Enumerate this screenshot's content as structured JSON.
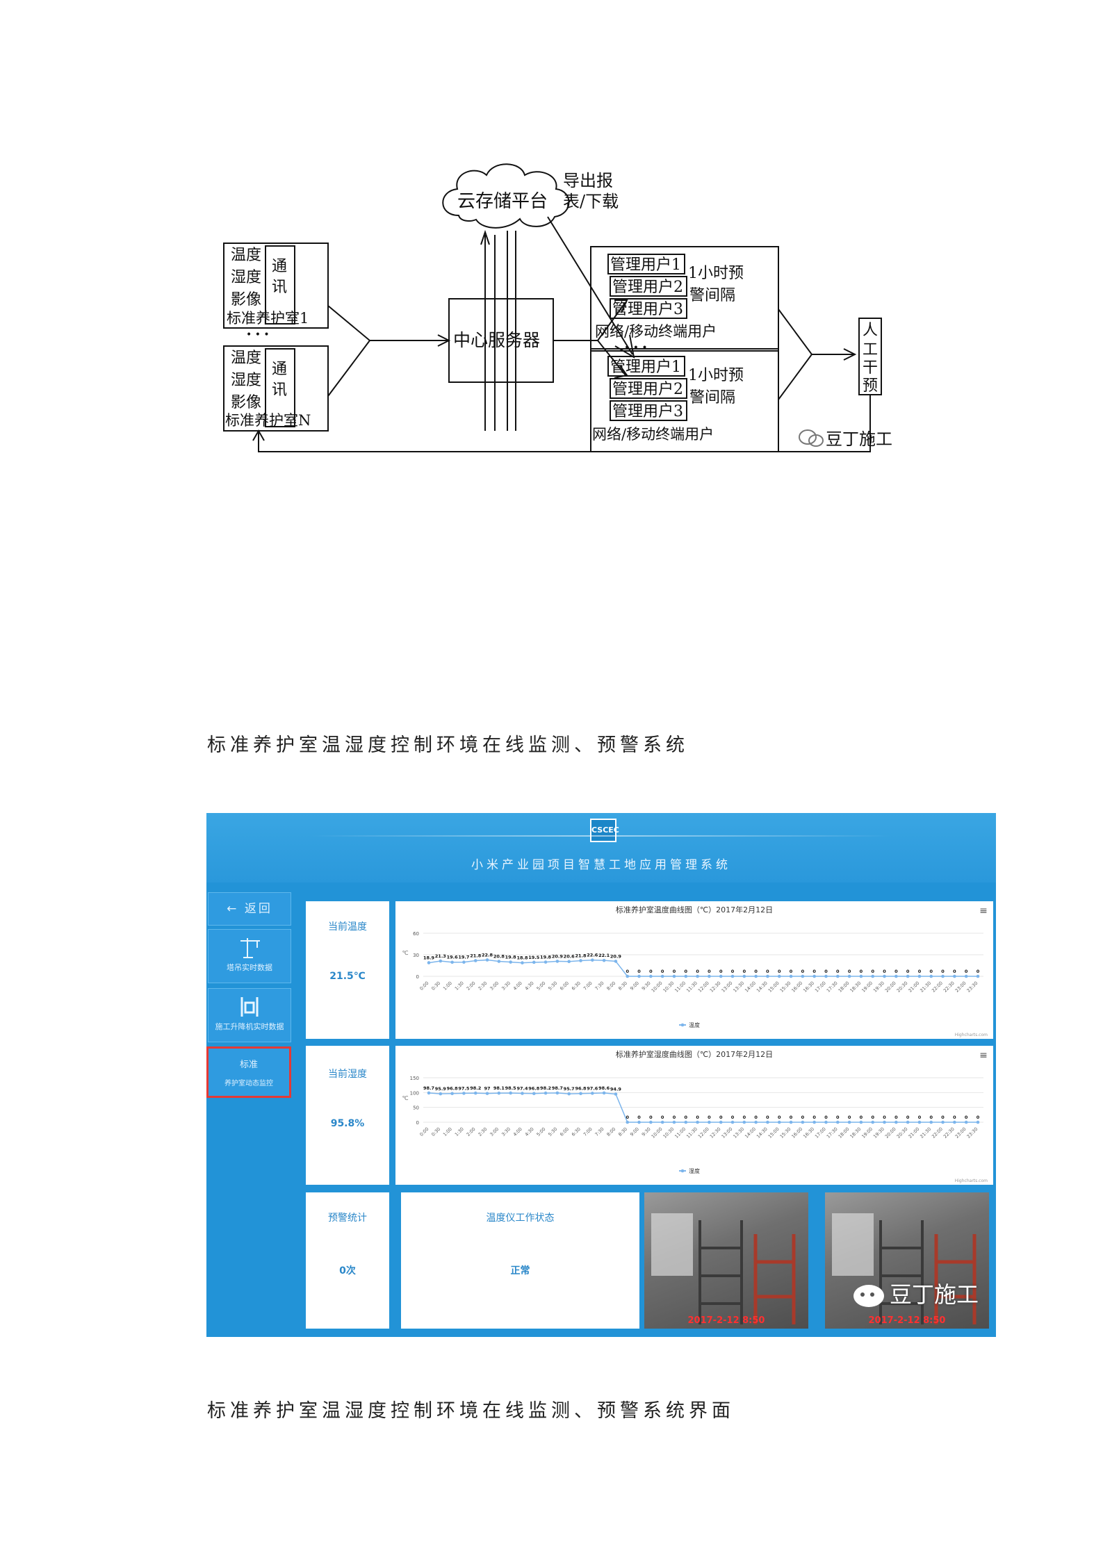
{
  "diagram": {
    "cloud_label": "云存储平台",
    "export_label_line1": "导出报",
    "export_label_line2": "表/下载",
    "room1": {
      "sensors": [
        "温度",
        "湿度",
        "影像"
      ],
      "comm": [
        "通",
        "讯"
      ],
      "label": "标准养护室1"
    },
    "dots": "• • •",
    "roomN": {
      "sensors": [
        "温度",
        "湿度",
        "影像"
      ],
      "comm": [
        "通",
        "讯"
      ],
      "label": "标准养护室N"
    },
    "server_label": "中心服务器",
    "user_group1": {
      "users": [
        "管理用户1",
        "管理用户2",
        "管理用户3"
      ],
      "interval_line1": "1小时预",
      "interval_line2": "警间隔",
      "caption": "网络/移动终端用户"
    },
    "user_group2": {
      "users": [
        "管理用户1",
        "管理用户2",
        "管理用户3"
      ],
      "interval_line1": "1小时预",
      "interval_line2": "警间隔",
      "caption": "网络/移动终端用户"
    },
    "manual": [
      "人",
      "工",
      "干",
      "预"
    ],
    "watermark": "豆丁施工"
  },
  "captions": {
    "first": "标准养护室温湿度控制环境在线监测、预警系统",
    "second": "标准养护室温湿度控制环境在线监测、预警系统界面"
  },
  "app": {
    "logo_text": "CSCEC",
    "title": "小米产业园项目智慧工地应用管理系统",
    "nav": {
      "back": "← 返回",
      "item1": "塔吊实时数据",
      "item2": "施工升降机实时数据",
      "item3_line1": "标准",
      "item3_line2": "养护室动态监控"
    },
    "temp_card": {
      "label": "当前温度",
      "value": "21.5℃"
    },
    "hum_card": {
      "label": "当前湿度",
      "value": "95.8%"
    },
    "alarm_card": {
      "label": "预警统计",
      "value": "0次"
    },
    "status_card": {
      "label": "温度仪工作状态",
      "value": "正常"
    },
    "cam1_timestamp": "2017-2-12 8:50",
    "cam2_timestamp": "2017-2-12 8:50",
    "watermark": "豆丁施工"
  },
  "chart_data": [
    {
      "type": "line",
      "title": "标准养护室温度曲线图（℃）2017年2月12日",
      "ylabel": "℃",
      "ylim": [
        0,
        60
      ],
      "yticks": [
        "60",
        "30",
        "0"
      ],
      "legend": "温度",
      "credit": "Highcharts.com",
      "categories": [
        "0:00",
        "0:30",
        "1:00",
        "1:30",
        "2:00",
        "2:30",
        "3:00",
        "3:30",
        "4:00",
        "4:30",
        "5:00",
        "5:30",
        "6:00",
        "6:30",
        "7:00",
        "7:30",
        "8:00",
        "8:30",
        "9:00",
        "9:30",
        "10:00",
        "10:30",
        "11:00",
        "11:30",
        "12:00",
        "12:30",
        "13:00",
        "13:30",
        "14:00",
        "14:30",
        "15:00",
        "15:30",
        "16:00",
        "16:30",
        "17:00",
        "17:30",
        "18:00",
        "18:30",
        "19:00",
        "19:30",
        "20:00",
        "20:30",
        "21:00",
        "21:30",
        "22:00",
        "22:30",
        "23:00",
        "23:30"
      ],
      "values": [
        18.9,
        21.3,
        19.6,
        19.7,
        21.8,
        22.8,
        20.8,
        19.8,
        18.8,
        19.5,
        19.8,
        20.9,
        20.6,
        21.8,
        22.6,
        22.1,
        20.9,
        0,
        0,
        0,
        0,
        0,
        0,
        0,
        0,
        0,
        0,
        0,
        0,
        0,
        0,
        0,
        0,
        0,
        0,
        0,
        0,
        0,
        0,
        0,
        0,
        0,
        0,
        0,
        0,
        0,
        0,
        0
      ]
    },
    {
      "type": "line",
      "title": "标准养护室湿度曲线图（℃）2017年2月12日",
      "ylabel": "℃",
      "ylim": [
        0,
        150
      ],
      "yticks": [
        "150",
        "100",
        "50",
        "0"
      ],
      "legend": "湿度",
      "credit": "Highcharts.com",
      "categories": [
        "0:00",
        "0:30",
        "1:00",
        "1:30",
        "2:00",
        "2:30",
        "3:00",
        "3:30",
        "4:00",
        "4:30",
        "5:00",
        "5:30",
        "6:00",
        "6:30",
        "7:00",
        "7:30",
        "8:00",
        "8:30",
        "9:00",
        "9:30",
        "10:00",
        "10:30",
        "11:00",
        "11:30",
        "12:00",
        "12:30",
        "13:00",
        "13:30",
        "14:00",
        "14:30",
        "15:00",
        "15:30",
        "16:00",
        "16:30",
        "17:00",
        "17:30",
        "18:00",
        "18:30",
        "19:00",
        "19:30",
        "20:00",
        "20:30",
        "21:00",
        "21:30",
        "22:00",
        "22:30",
        "23:00",
        "23:30"
      ],
      "values": [
        98.7,
        95.9,
        96.8,
        97.5,
        98.2,
        97,
        98.1,
        98.5,
        97.4,
        96.8,
        98.2,
        98.7,
        95.7,
        96.8,
        97.6,
        98.6,
        94.9,
        0,
        0,
        0,
        0,
        0,
        0,
        0,
        0,
        0,
        0,
        0,
        0,
        0,
        0,
        0,
        0,
        0,
        0,
        0,
        0,
        0,
        0,
        0,
        0,
        0,
        0,
        0,
        0,
        0,
        0,
        0
      ]
    }
  ]
}
